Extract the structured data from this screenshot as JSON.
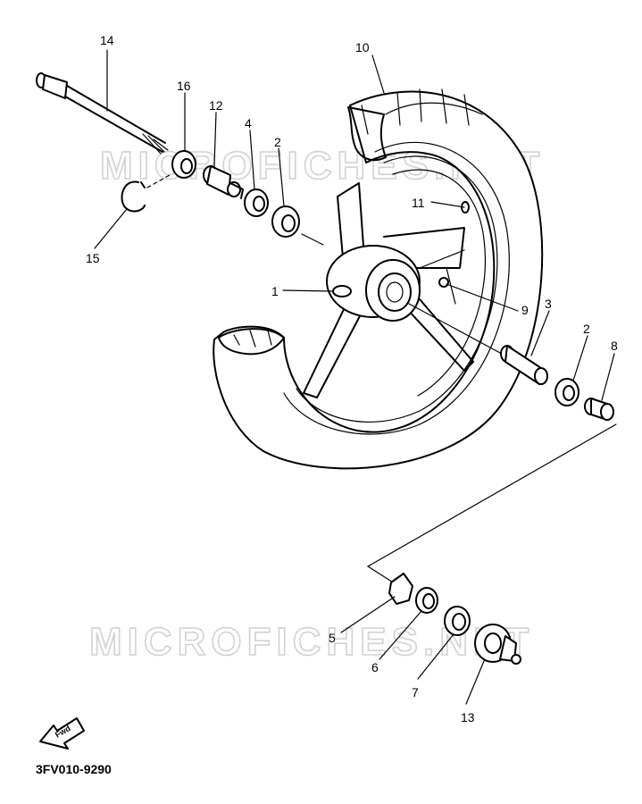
{
  "watermark": "MICROFICHES.NET",
  "diagram_code": "3FV010-9290",
  "fwd_label": "Fwd",
  "callouts": {
    "c1": "1",
    "c2a": "2",
    "c2b": "2",
    "c3": "3",
    "c4": "4",
    "c5": "5",
    "c6": "6",
    "c7": "7",
    "c8": "8",
    "c9": "9",
    "c10": "10",
    "c11": "11",
    "c12": "12",
    "c13": "13",
    "c14": "14",
    "c15": "15",
    "c16": "16"
  }
}
